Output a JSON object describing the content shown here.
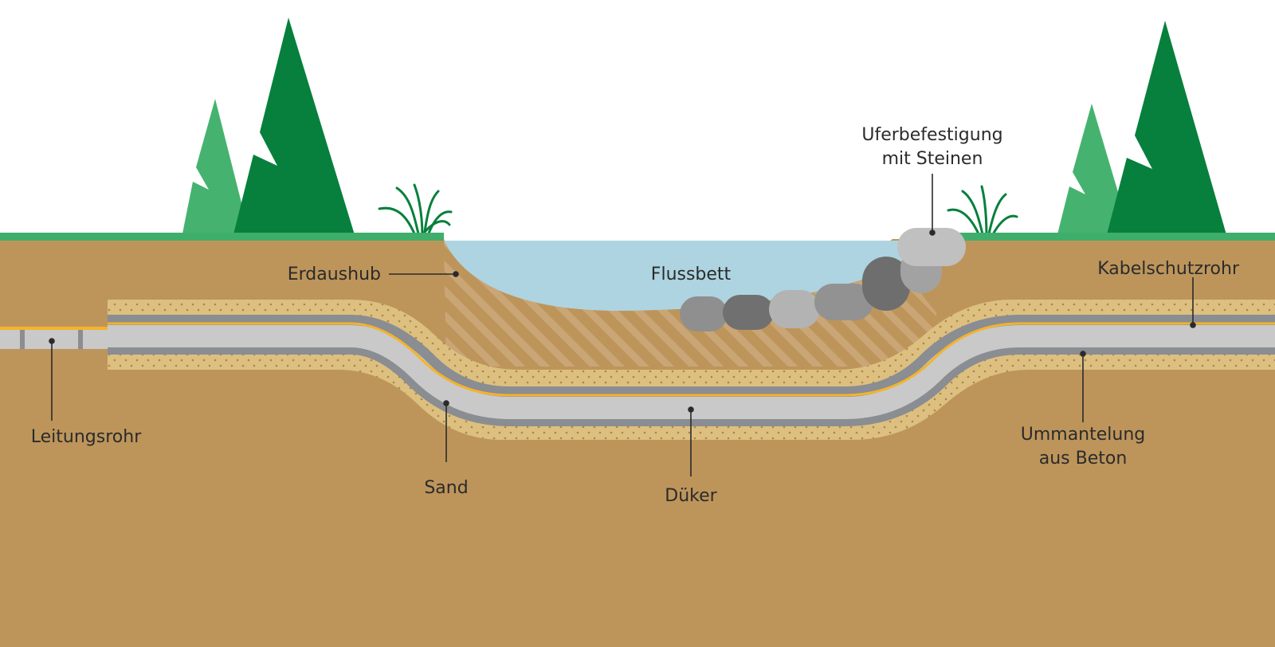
{
  "labels": {
    "erdaushub": "Erdaushub",
    "flussbett": "Flussbett",
    "uferbefestigung_line1": "Uferbefestigung",
    "uferbefestigung_line2": "mit Steinen",
    "kabelschutzrohr": "Kabelschutzrohr",
    "leitungsrohr": "Leitungsrohr",
    "sand": "Sand",
    "dueker": "Düker",
    "ummantelung_line1": "Ummantelung",
    "ummantelung_line2": "aus Beton"
  },
  "colors": {
    "soil": "#bd955b",
    "grass": "#3fae6a",
    "water": "#add4e0",
    "sand": "#ddc080",
    "concrete": "#8a8d92",
    "pipe": "#c9c9c9",
    "cable": "#f4b32b",
    "tree_dark": "#06803c",
    "tree_light": "#45b36f",
    "stone_light": "#b4b4b4",
    "stone_dark": "#808080",
    "label_line": "#2b2b2b"
  }
}
